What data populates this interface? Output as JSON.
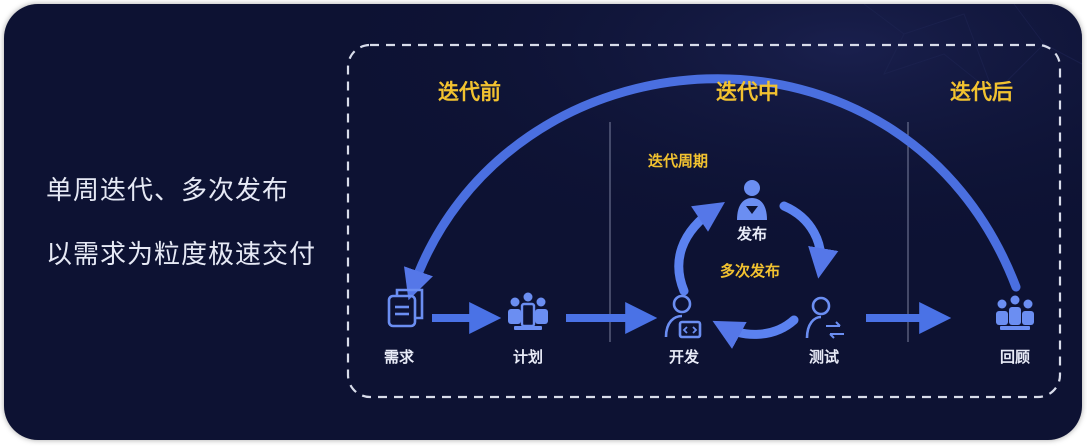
{
  "left": {
    "line1": "单周迭代、多次发布",
    "line2": "以需求为粒度极速交付"
  },
  "phases": {
    "before": "迭代前",
    "during": "迭代中",
    "after": "迭代后"
  },
  "cycle": {
    "period_label": "迭代周期",
    "release_label": "发布",
    "multi_release_label": "多次发布"
  },
  "nodes": {
    "requirement": "需求",
    "plan": "计划",
    "develop": "开发",
    "test": "测试",
    "review": "回顾"
  },
  "colors": {
    "background": "#0d1233",
    "accent": "#f2c230",
    "arrow": "#4a72e6",
    "icon": "#5b82f0"
  }
}
